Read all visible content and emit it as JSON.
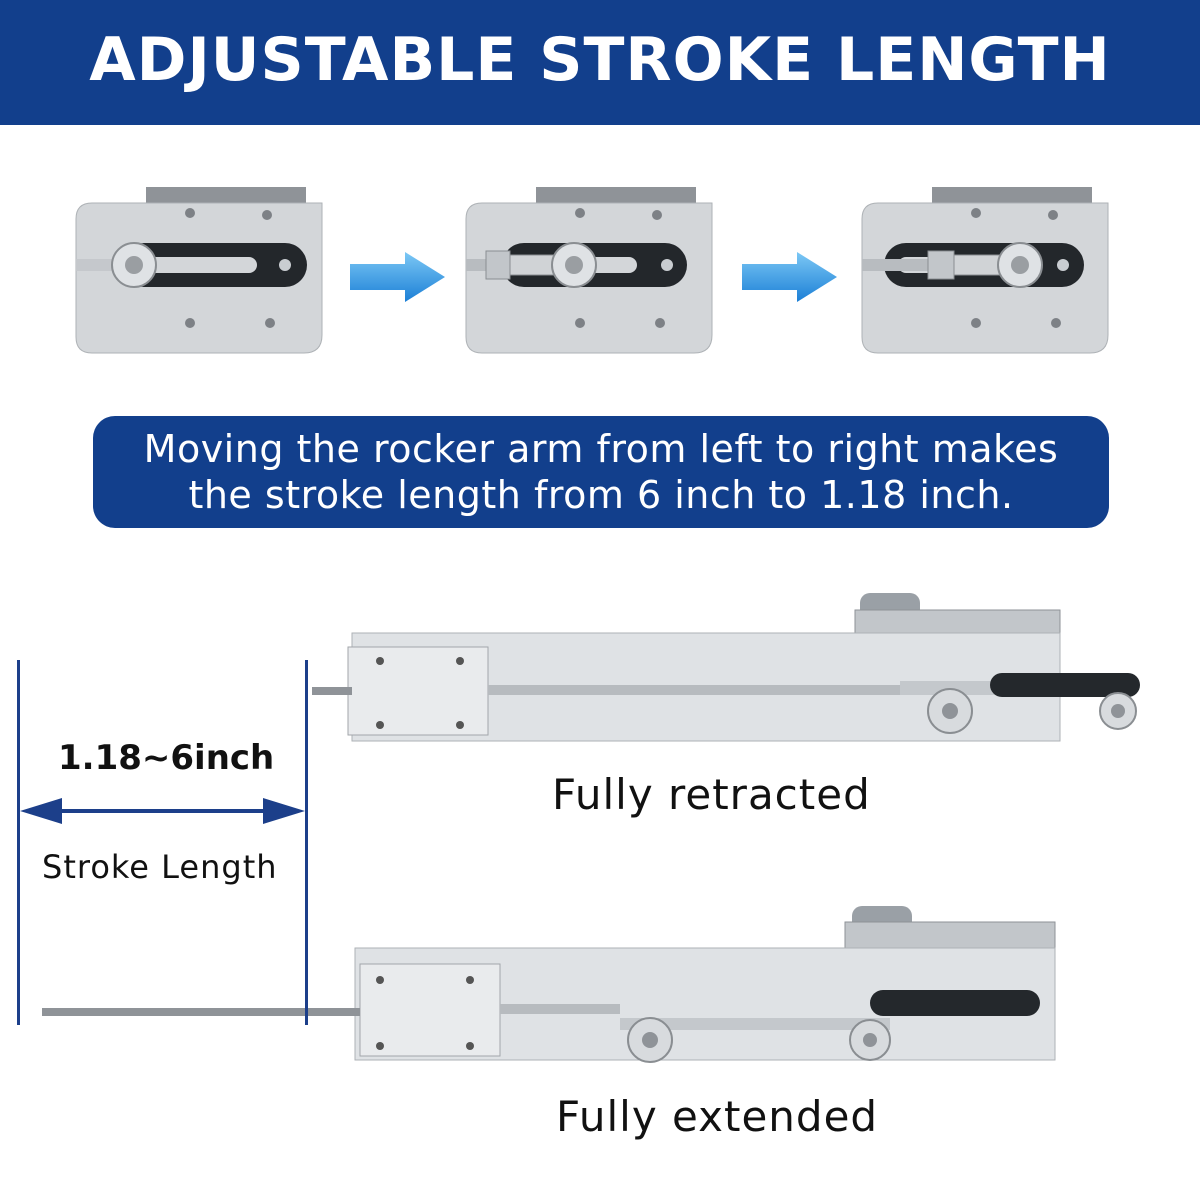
{
  "header": {
    "title": "ADJUSTABLE STROKE LENGTH"
  },
  "description": {
    "line1": "Moving the rocker arm from left to right makes",
    "line2": "the stroke length from 6 inch to 1.18 inch."
  },
  "dimension": {
    "range": "1.18~6inch",
    "label": "Stroke Length"
  },
  "captions": {
    "retracted": "Fully retracted",
    "extended": "Fully extended"
  },
  "colors": {
    "brand": "#123f8c",
    "arrow": "#2e9be6",
    "plate": "#c9cdd1"
  },
  "icons": [
    "right-arrow-icon",
    "right-arrow-icon"
  ]
}
